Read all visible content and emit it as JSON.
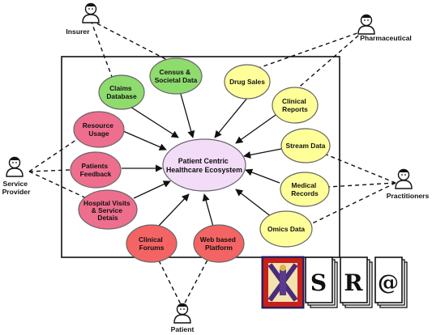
{
  "diagram": {
    "center": {
      "lines": [
        "Patient Centric",
        "Healthcare Ecosystem"
      ]
    },
    "actors": {
      "insurer": "Insurer",
      "pharmaceutical": "Pharmaceutical",
      "service_provider": [
        "Service",
        "Provider"
      ],
      "practitioners": "Practitioners",
      "patient": "Patient"
    },
    "nodes": {
      "claims": [
        "Claims",
        "Database"
      ],
      "census": [
        "Census &",
        "Societal Data"
      ],
      "drug_sales": [
        "Drug Sales"
      ],
      "clinical_reports": [
        "Clinical",
        "Reports"
      ],
      "resource_usage": [
        "Resource",
        "Usage"
      ],
      "stream_data": [
        "Stream Data"
      ],
      "patients_feedback": [
        "Patients",
        "Feedback"
      ],
      "medical_records": [
        "Medical",
        "Records"
      ],
      "hospital_visits": [
        "Hospital Visits",
        "& Service",
        "Detais"
      ],
      "omics_data": [
        "Omics Data"
      ],
      "clinical_forums": [
        "Clinical",
        "Forums"
      ],
      "web_platform": [
        "Web based",
        "Platform"
      ]
    },
    "colors": {
      "green": "#8fdc6e",
      "yellow": "#ffff99",
      "pink": "#ee6e8e",
      "red": "#f46464",
      "center": "#f2dcf8"
    }
  },
  "logo": {
    "letters": [
      "S",
      "R",
      "@"
    ]
  }
}
